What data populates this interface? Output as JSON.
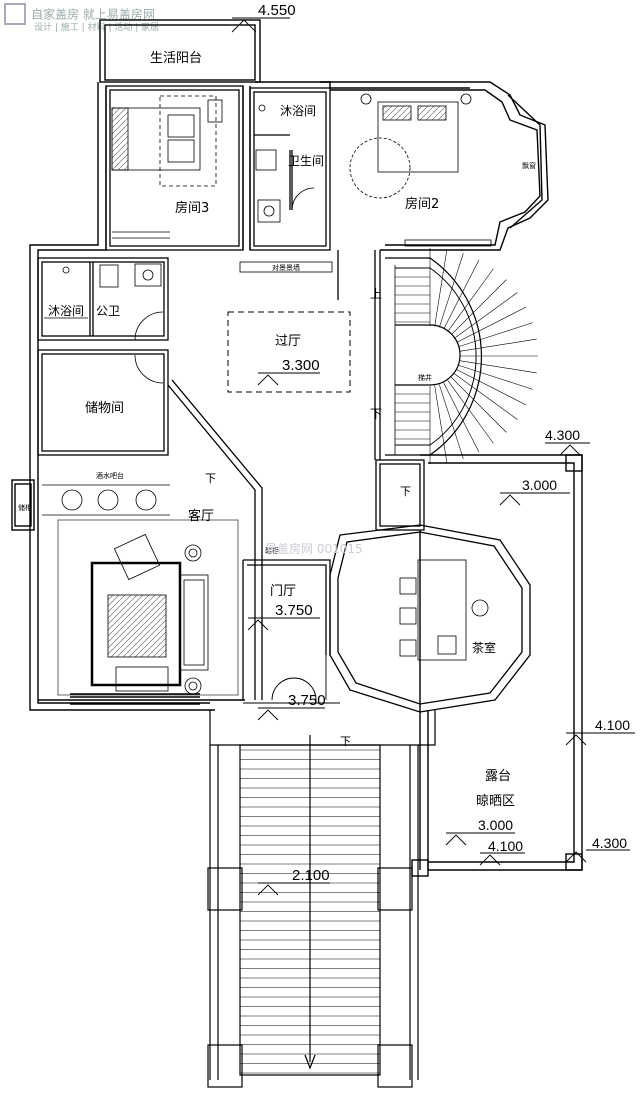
{
  "watermark": {
    "logo_text": "自家盖房 就上易盖房网",
    "sub_items": [
      "设计",
      "施工",
      "材料",
      "活动",
      "家居"
    ],
    "center_text": "易盖房网 001015"
  },
  "rooms": {
    "balcony_life": "生活阳台",
    "room3": "房间3",
    "shower_top": "沐浴间",
    "toilet_top": "卫生间",
    "room2": "房间2",
    "bay_window": "飘窗",
    "shower_left": "沐浴间",
    "public_wc": "公卫",
    "storage": "储物间",
    "water_bar": "酒水吧台",
    "living": "客厅",
    "passage_hall": "过厅",
    "entry_hall": "门厅",
    "tea_room": "茶室",
    "terrace": "露台",
    "drying": "晾晒区",
    "elevator_well": "梯井",
    "side_cabinet": "储柜",
    "shoe_cabinet_a": "对景景墙",
    "shoe_cabinet_b": "鞋柜"
  },
  "stairs": {
    "up": "上",
    "down": "下",
    "down_entry": "下",
    "down_living": "下",
    "down_tea": "下"
  },
  "elevations": {
    "top": "4.550",
    "passage": "3.300",
    "right_upper": "4.300",
    "terrace_upper": "3.000",
    "entry": "3.750",
    "porch": "3.750",
    "right_mid": "4.100",
    "terrace_lower": "3.000",
    "terrace_lower2": "4.100",
    "right_lower": "4.300",
    "stair_landing": "2.100"
  }
}
